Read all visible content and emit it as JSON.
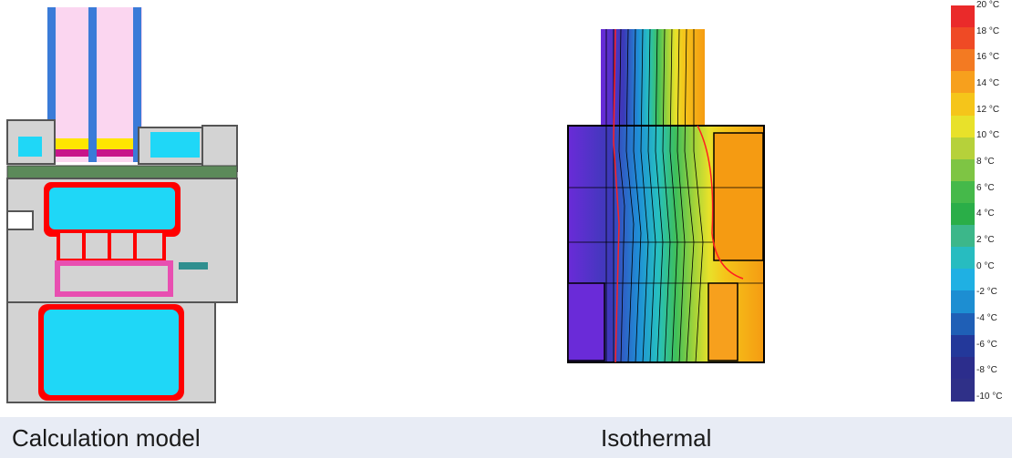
{
  "captions": {
    "left": "Calculation model",
    "right": "Isothermal"
  },
  "legend": {
    "labels": [
      "20 °C",
      "18 °C",
      "16 °C",
      "14 °C",
      "12 °C",
      "10 °C",
      "8 °C",
      "6 °C",
      "4 °C",
      "2 °C",
      "0 °C",
      "-2 °C",
      "-4 °C",
      "-6 °C",
      "-8 °C",
      "-10 °C"
    ],
    "colors": [
      "#ea2a2a",
      "#ef4a25",
      "#f37a22",
      "#f7a01d",
      "#f5c51a",
      "#e8e12a",
      "#b6d13a",
      "#7ec544",
      "#45b94a",
      "#2aae48",
      "#3cb78a",
      "#27bcc0",
      "#1fb0e3",
      "#1d8ed2",
      "#1f5fb6",
      "#23389a",
      "#2c2d8c",
      "#2f3088"
    ]
  },
  "colors": {
    "glass_pink": "#fbd6f0",
    "glass_blue": "#3a7bd8",
    "cavity_cyan": "#1fd7f7",
    "frame_grey": "#d3d3d3",
    "steel_red": "#ff0000",
    "gasket_pink": "#e84fb1",
    "spacer_yellow": "#ffe600",
    "hot_orange": "#f59b12",
    "cold_violet": "#6a2bd8",
    "caption_bar": "#e8ecf5"
  }
}
